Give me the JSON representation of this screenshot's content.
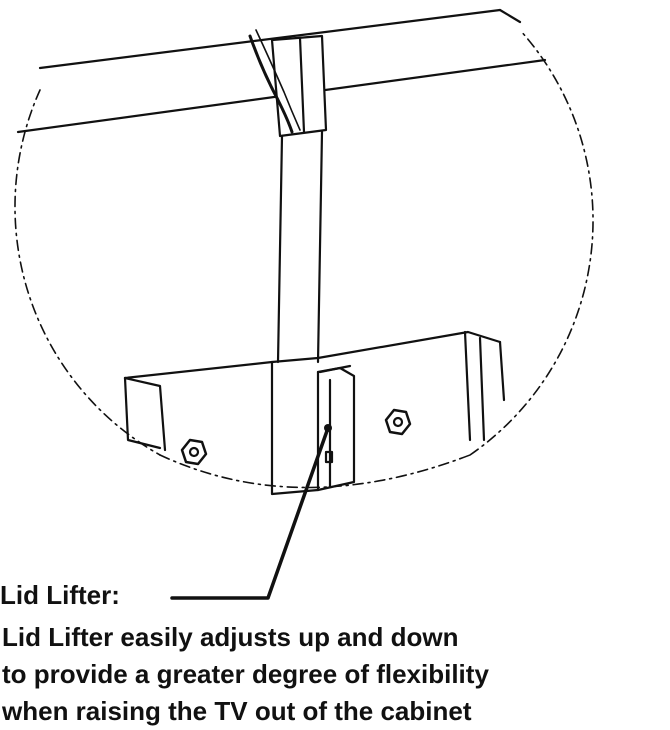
{
  "callout": {
    "title": "Lid Lifter:",
    "lines": [
      "Lid Lifter easily adjusts up and down",
      "to provide a greater degree of flexibility",
      "when raising the TV out of the cabinet"
    ]
  },
  "colors": {
    "ink": "#111111",
    "background": "#ffffff"
  }
}
